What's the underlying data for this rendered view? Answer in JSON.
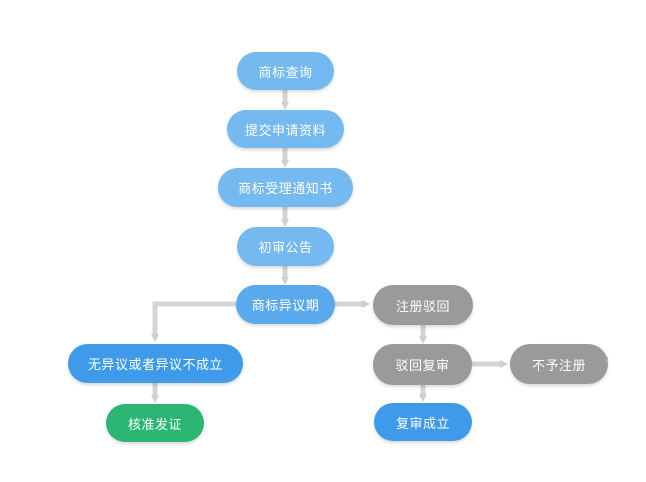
{
  "diagram": {
    "nodes": {
      "query": {
        "label": "商标查询"
      },
      "submit": {
        "label": "提交申请资料"
      },
      "notice": {
        "label": "商标受理通知书"
      },
      "preliminary": {
        "label": "初审公告"
      },
      "opposition": {
        "label": "商标异议期"
      },
      "no_opposition": {
        "label": "无异议或者异议不成立"
      },
      "approve": {
        "label": "核准发证"
      },
      "reject": {
        "label": "注册驳回"
      },
      "review": {
        "label": "驳回复审"
      },
      "no_register": {
        "label": "不予注册"
      },
      "review_success": {
        "label": "复审成立"
      }
    },
    "edges": [
      [
        "query",
        "submit"
      ],
      [
        "submit",
        "notice"
      ],
      [
        "notice",
        "preliminary"
      ],
      [
        "preliminary",
        "opposition"
      ],
      [
        "opposition",
        "no_opposition"
      ],
      [
        "no_opposition",
        "approve"
      ],
      [
        "opposition",
        "reject"
      ],
      [
        "reject",
        "review"
      ],
      [
        "review",
        "no_register"
      ],
      [
        "review",
        "review_success"
      ]
    ],
    "colors": {
      "light": "#74b9ef",
      "medium": "#5aa9ec",
      "blue": "#3f9bea",
      "grey": "#9a9a9a",
      "green": "#2bb673",
      "arrow": "#cfcfcf"
    }
  }
}
